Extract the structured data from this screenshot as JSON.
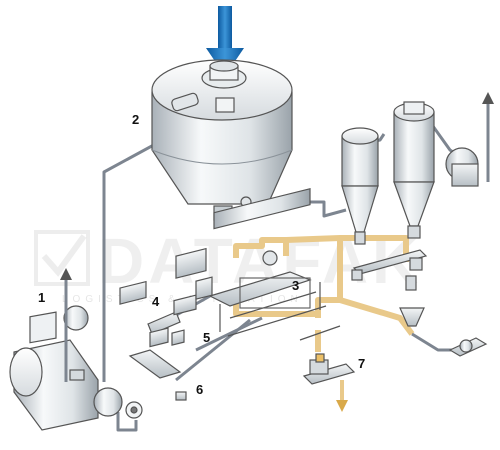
{
  "labels": {
    "dryer_burner": "1",
    "hot_air_duct": "2",
    "fluid_bed": "3",
    "blower_4": "4",
    "blower_5": "5",
    "blower_6": "6",
    "outlet_7": "7"
  },
  "watermark": {
    "brand": "DATAFAK",
    "tagline": "LOGISTICS & AUTOMATION"
  },
  "colors": {
    "product_pipe": "#e9c98a",
    "air_pipe": "#7d8590",
    "feed_arrow": "#1d6fb8",
    "vessel_light": "#f4f6f7",
    "vessel_shade": "#b9c0c6",
    "outline": "#444"
  },
  "icons": {
    "feed": "down-arrow-icon",
    "exhaust": "up-arrow-icon",
    "product_out": "down-arrow-icon"
  }
}
